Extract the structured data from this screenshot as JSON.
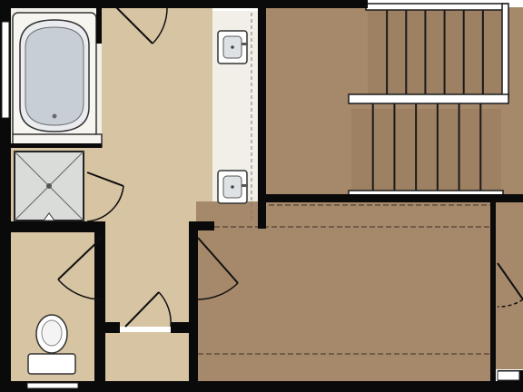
{
  "colors": {
    "wall": "#0a0a0a",
    "beige_floor": "#d7c4a3",
    "bath_white": "#f2efe8",
    "shower_floor": "#d9dcd8",
    "tub_water": "#c7ced6",
    "brown_floor": "#a6896a",
    "stair_tread": "#9e8163",
    "light_trim": "#ffffff"
  },
  "rooms": [
    {
      "name": "master-bath"
    },
    {
      "name": "walk-in-closet"
    },
    {
      "name": "toilet-room"
    },
    {
      "name": "linen-closet"
    },
    {
      "name": "stair-hall"
    },
    {
      "name": "loft"
    }
  ],
  "fixtures": [
    {
      "name": "soaking-tub"
    },
    {
      "name": "shower"
    },
    {
      "name": "vanity-sink-upper"
    },
    {
      "name": "vanity-sink-lower"
    },
    {
      "name": "toilet"
    }
  ],
  "doors": [
    {
      "name": "door-master-bath-top"
    },
    {
      "name": "door-shower"
    },
    {
      "name": "door-toilet-room"
    },
    {
      "name": "door-closet"
    },
    {
      "name": "door-loft"
    },
    {
      "name": "door-right-edge"
    }
  ],
  "staircase": {
    "upper_run_treads": 7,
    "lower_run_treads": 7
  }
}
